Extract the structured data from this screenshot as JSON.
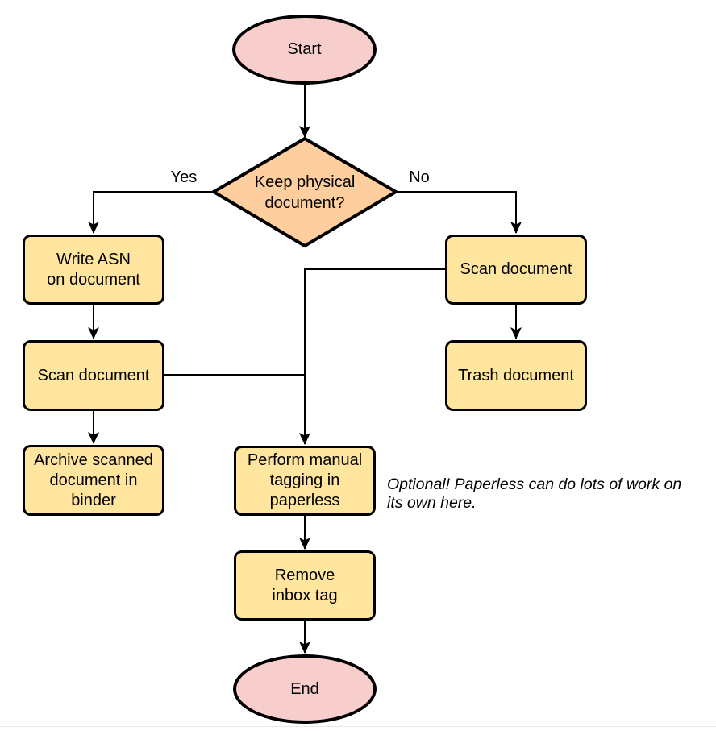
{
  "colors": {
    "canvas_bg": "#ffffff",
    "terminal_fill": "#f8cecc",
    "decision_fill": "#ffce9e",
    "process_fill": "#ffe59e",
    "stroke": "#000000",
    "line": "#000000",
    "text": "#000000",
    "annotation_text": "#000000",
    "divider": "#e8e8e8"
  },
  "nodes": {
    "start": {
      "label": "Start",
      "type": "terminal"
    },
    "decision": {
      "label": "Keep physical\ndocument?",
      "type": "decision"
    },
    "write_asn": {
      "label": "Write ASN\non document",
      "type": "process"
    },
    "scan_left": {
      "label": "Scan document",
      "type": "process"
    },
    "archive": {
      "label": "Archive scanned\ndocument in\nbinder",
      "type": "process"
    },
    "scan_right": {
      "label": "Scan document",
      "type": "process"
    },
    "trash": {
      "label": "Trash document",
      "type": "process"
    },
    "tagging": {
      "label": "Perform manual\ntagging in\npaperless",
      "type": "process"
    },
    "remove_inbox": {
      "label": "Remove\ninbox tag",
      "type": "process"
    },
    "end": {
      "label": "End",
      "type": "terminal"
    }
  },
  "edge_labels": {
    "yes": "Yes",
    "no": "No"
  },
  "annotation": {
    "text": "Optional! Paperless can do lots of work on\nits own here."
  }
}
